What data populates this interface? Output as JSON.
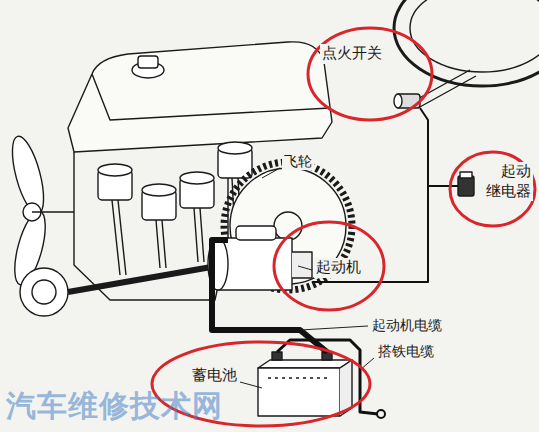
{
  "diagram": {
    "nodes": [
      {
        "text": [
          "点火开关"
        ]
      },
      {
        "text": [
          "起动 继电器"
        ]
      },
      {
        "text": [
          "起动机"
        ]
      },
      {
        "text": [
          "蓄电池"
        ]
      }
    ],
    "labels": [
      "飞轮",
      "起动机电缆",
      "搭铁电缆",
      "汽车维修技术网"
    ]
  }
}
